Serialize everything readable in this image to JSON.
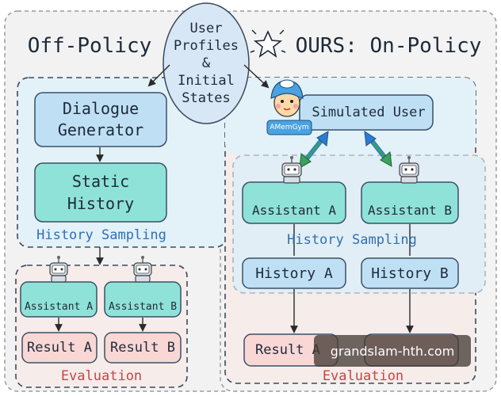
{
  "left_panel": {
    "title": "Off-Policy",
    "dialogue_generator": [
      "Dialogue",
      "Generator"
    ],
    "static_history": [
      "Static",
      "History"
    ],
    "history_sampling": "History Sampling",
    "assistant_a": "Assistant A",
    "assistant_b": "Assistant B",
    "result_a": "Result A",
    "result_b": "Result B",
    "evaluation": "Evaluation"
  },
  "center_bubble": {
    "lines": [
      "User",
      "Profiles",
      "&",
      "Initial",
      "States"
    ]
  },
  "right_panel": {
    "title": "OURS: On-Policy",
    "simulated_user": "Simulated User",
    "gym_badge": "AMemGym",
    "assistant_a": "Assistant A",
    "assistant_b": "Assistant B",
    "history_sampling": "History Sampling",
    "history_a": "History A",
    "history_b": "History B",
    "result_a_visible": "Result A",
    "evaluation": "Evaluation"
  },
  "watermark": "grandslam-hth.com",
  "colors": {
    "blue_box": "#bfe0f4",
    "teal_box": "#8fe2d8",
    "red_box": "#f8d7d5",
    "section_blue": "#2f6fb3",
    "evaluation_red": "#c64545",
    "arrow_green": "#3aa25b",
    "arrow_blue": "#2c7ccf"
  }
}
